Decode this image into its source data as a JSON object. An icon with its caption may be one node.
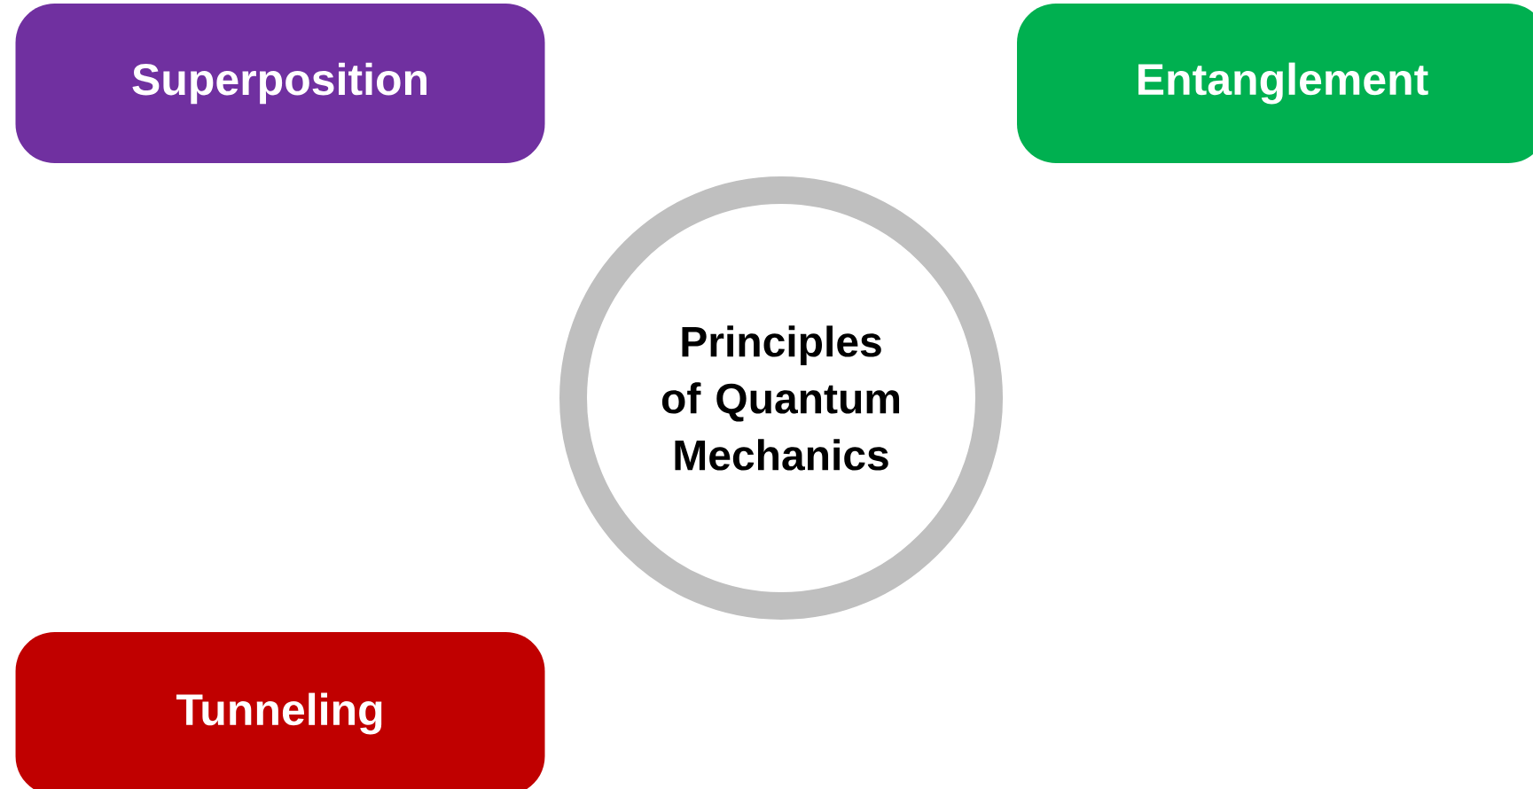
{
  "diagram": {
    "nodes": [
      {
        "text": [
          "Superposition"
        ]
      },
      {
        "text": [
          "Entanglement"
        ]
      },
      {
        "text": [
          "Principles of Quantum Mechanics"
        ]
      },
      {
        "text": [
          "Tunneling"
        ]
      }
    ]
  }
}
